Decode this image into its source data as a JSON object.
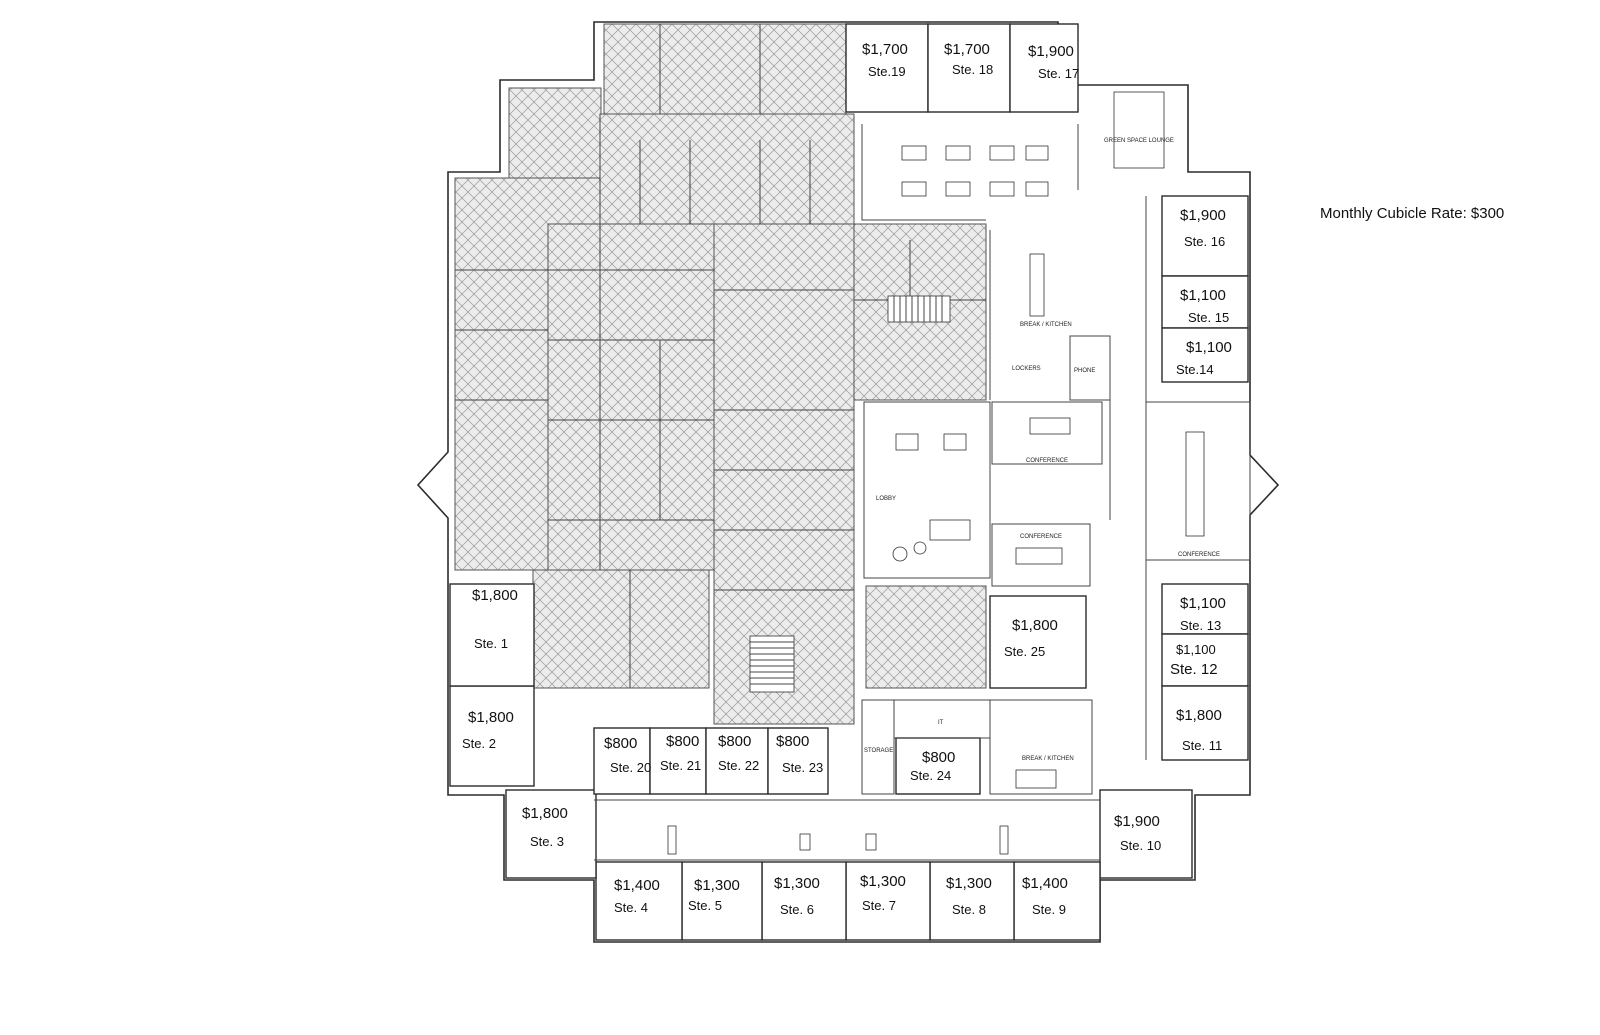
{
  "cubicle_rate_text": "Monthly Cubicle Rate: $300",
  "suites": [
    {
      "id": "ste-1",
      "price": "$1,800",
      "label": "Ste. 1"
    },
    {
      "id": "ste-2",
      "price": "$1,800",
      "label": "Ste. 2"
    },
    {
      "id": "ste-3",
      "price": "$1,800",
      "label": "Ste. 3"
    },
    {
      "id": "ste-4",
      "price": "$1,400",
      "label": "Ste. 4"
    },
    {
      "id": "ste-5",
      "price": "$1,300",
      "label": "Ste. 5"
    },
    {
      "id": "ste-6",
      "price": "$1,300",
      "label": "Ste. 6"
    },
    {
      "id": "ste-7",
      "price": "$1,300",
      "label": "Ste. 7"
    },
    {
      "id": "ste-8",
      "price": "$1,300",
      "label": "Ste. 8"
    },
    {
      "id": "ste-9",
      "price": "$1,400",
      "label": "Ste. 9"
    },
    {
      "id": "ste-10",
      "price": "$1,900",
      "label": "Ste. 10"
    },
    {
      "id": "ste-11",
      "price": "$1,800",
      "label": "Ste. 11"
    },
    {
      "id": "ste-12",
      "price": "$1,100",
      "label": "Ste. 12"
    },
    {
      "id": "ste-13",
      "price": "$1,100",
      "label": "Ste. 13"
    },
    {
      "id": "ste-14",
      "price": "$1,100",
      "label": "Ste.14"
    },
    {
      "id": "ste-15",
      "price": "$1,100",
      "label": "Ste. 15"
    },
    {
      "id": "ste-16",
      "price": "$1,900",
      "label": "Ste. 16"
    },
    {
      "id": "ste-17",
      "price": "$1,900",
      "label": "Ste. 17"
    },
    {
      "id": "ste-18",
      "price": "$1,700",
      "label": "Ste. 18"
    },
    {
      "id": "ste-19",
      "price": "$1,700",
      "label": "Ste.19"
    },
    {
      "id": "ste-20",
      "price": "$800",
      "label": "Ste. 20"
    },
    {
      "id": "ste-21",
      "price": "$800",
      "label": "Ste. 21"
    },
    {
      "id": "ste-22",
      "price": "$800",
      "label": "Ste. 22"
    },
    {
      "id": "ste-23",
      "price": "$800",
      "label": "Ste. 23"
    },
    {
      "id": "ste-24",
      "price": "$800",
      "label": "Ste. 24"
    },
    {
      "id": "ste-25",
      "price": "$1,800",
      "label": "Ste. 25"
    }
  ],
  "rooms": {
    "green_space_lounge": "GREEN SPACE LOUNGE",
    "break_kitchen_top": "BREAK / KITCHEN",
    "lockers": "LOCKERS",
    "phone": "PHONE",
    "conference_a": "CONFERENCE",
    "conference_b": "CONFERENCE",
    "conference_c": "CONFERENCE",
    "lobby": "LOBBY",
    "it": "IT",
    "storage": "STORAGE",
    "break_kitchen_bottom": "BREAK / KITCHEN"
  }
}
